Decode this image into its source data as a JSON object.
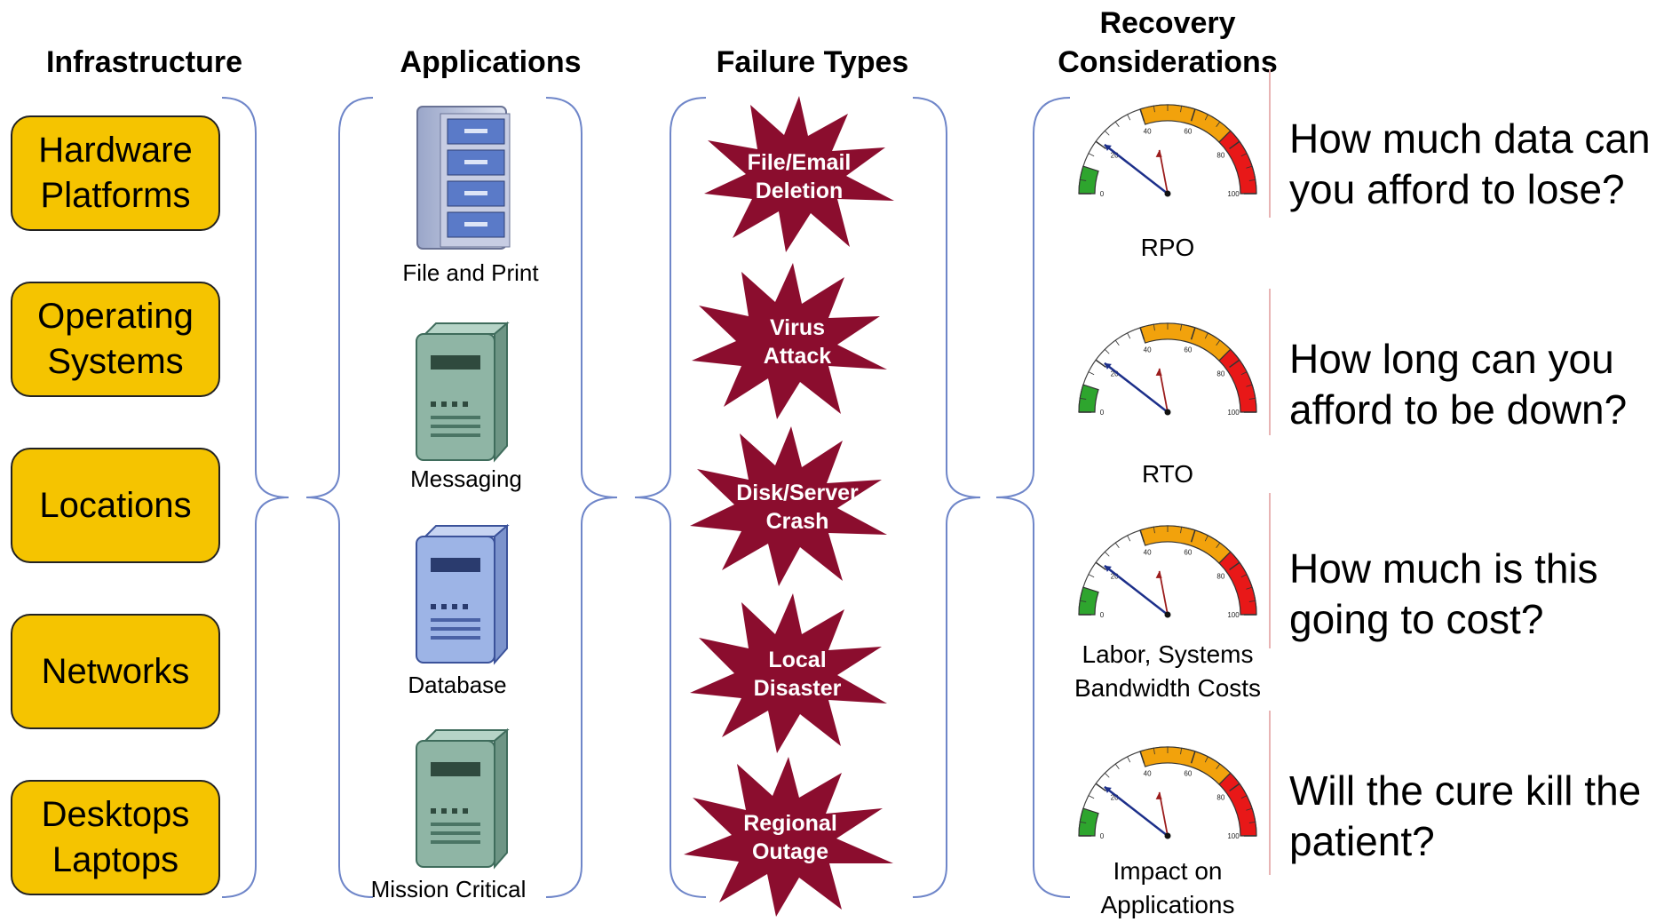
{
  "headers": {
    "infrastructure": "Infrastructure",
    "applications": "Applications",
    "failure_types": "Failure Types",
    "recovery": "Recovery\nConsiderations"
  },
  "infrastructure": [
    "Hardware\nPlatforms",
    "Operating\nSystems",
    "Locations",
    "Networks",
    "Desktops\nLaptops"
  ],
  "applications": [
    {
      "label": "File and Print",
      "icon": "file-cabinet-icon"
    },
    {
      "label": "Messaging",
      "icon": "server-icon"
    },
    {
      "label": "Database",
      "icon": "server-icon"
    },
    {
      "label": "Mission Critical",
      "icon": "server-icon"
    }
  ],
  "failures": [
    {
      "line1": "File/Email",
      "line2": "Deletion"
    },
    {
      "line1": "Virus",
      "line2": "Attack"
    },
    {
      "line1": "Disk/Server",
      "line2": "Crash"
    },
    {
      "line1": "Local",
      "line2": "Disaster"
    },
    {
      "line1": "Regional",
      "line2": "Outage"
    }
  ],
  "recovery": [
    {
      "label": "RPO",
      "question": "How much data can\nyou afford to lose?"
    },
    {
      "label": "RTO",
      "question": "How long can you\nafford to be down?"
    },
    {
      "label": "Labor, Systems\nBandwidth Costs",
      "question": "How much is this\ngoing to cost?"
    },
    {
      "label": "Impact on\nApplications",
      "question": "Will the cure kill the\npatient?"
    }
  ],
  "gauge_ticks": [
    "0",
    "20",
    "40",
    "60",
    "80",
    "100"
  ],
  "colors": {
    "infra_box": "#f5c400",
    "burst": "#8b0d2e",
    "bracket": "#6f86c9",
    "gauge_green": "#2ea52e",
    "gauge_orange": "#f2a20c",
    "gauge_red": "#e81818",
    "needle_blue": "#1c2f8a",
    "needle_red": "#9b1c1c",
    "divider": "#e8b4b4"
  }
}
